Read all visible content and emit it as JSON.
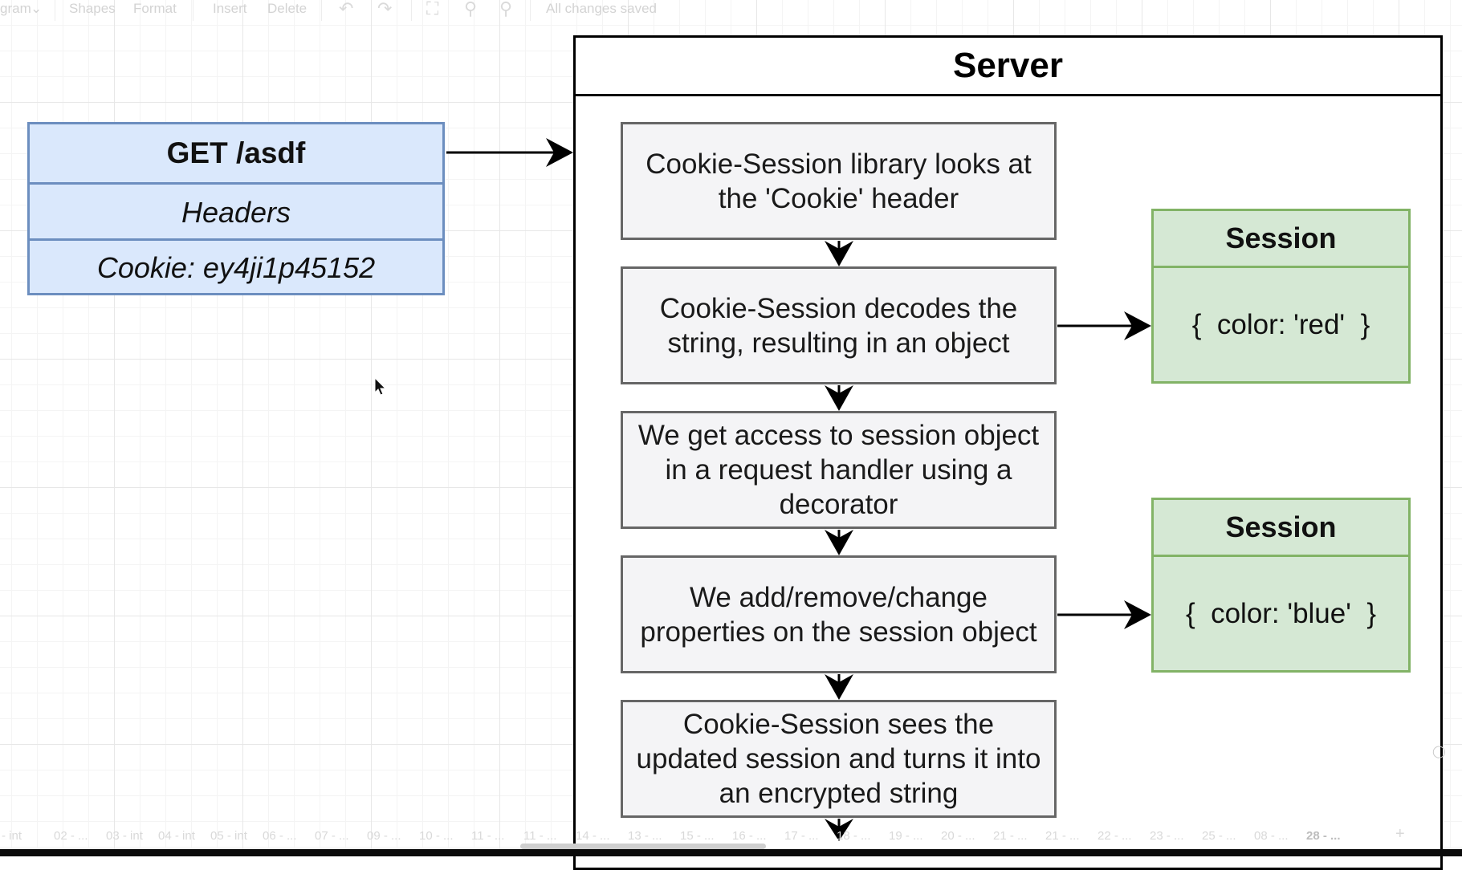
{
  "toolbar": {
    "diagram_menu": "gram",
    "shapes_tab": "Shapes",
    "format_tab": "Format",
    "insert_menu": "Insert",
    "delete_button": "Delete",
    "status": "All changes saved"
  },
  "request": {
    "title": "GET /asdf",
    "headers_label": "Headers",
    "cookie": "Cookie: ey4ji1p45152"
  },
  "server": {
    "title": "Server",
    "steps": [
      "Cookie-Session library looks at the 'Cookie' header",
      "Cookie-Session decodes the string, resulting in an object",
      "We get access to session object in a request handler using a decorator",
      "We add/remove/change properties on the session object",
      "Cookie-Session sees the updated session and turns it into an encrypted string"
    ]
  },
  "sessions": [
    {
      "title": "Session",
      "body": "{  color: 'red'  }"
    },
    {
      "title": "Session",
      "body": "{  color: 'blue'  }"
    }
  ],
  "page_tabs": [
    "- int",
    "02 - ...",
    "03 - int",
    "04 - int",
    "05 - int",
    "06 - ...",
    "07 - ...",
    "09 - ...",
    "10 - ...",
    "11 - ...",
    "11 - ...",
    "14 - ...",
    "13 - ...",
    "15 - ...",
    "16 - ...",
    "17 - ...",
    "18 - ...",
    "19 - ...",
    "20 - ...",
    "21 - ...",
    "21 - ...",
    "22 - ...",
    "23 - ...",
    "25 - ...",
    "08 - ...",
    "28 - ..."
  ],
  "add_page": "+",
  "colors": {
    "request_fill": "#dae8fc",
    "request_stroke": "#6c8ebf",
    "session_fill": "#d5e8d4",
    "session_stroke": "#82b366",
    "step_fill": "#f4f4f6",
    "step_stroke": "#666666"
  }
}
